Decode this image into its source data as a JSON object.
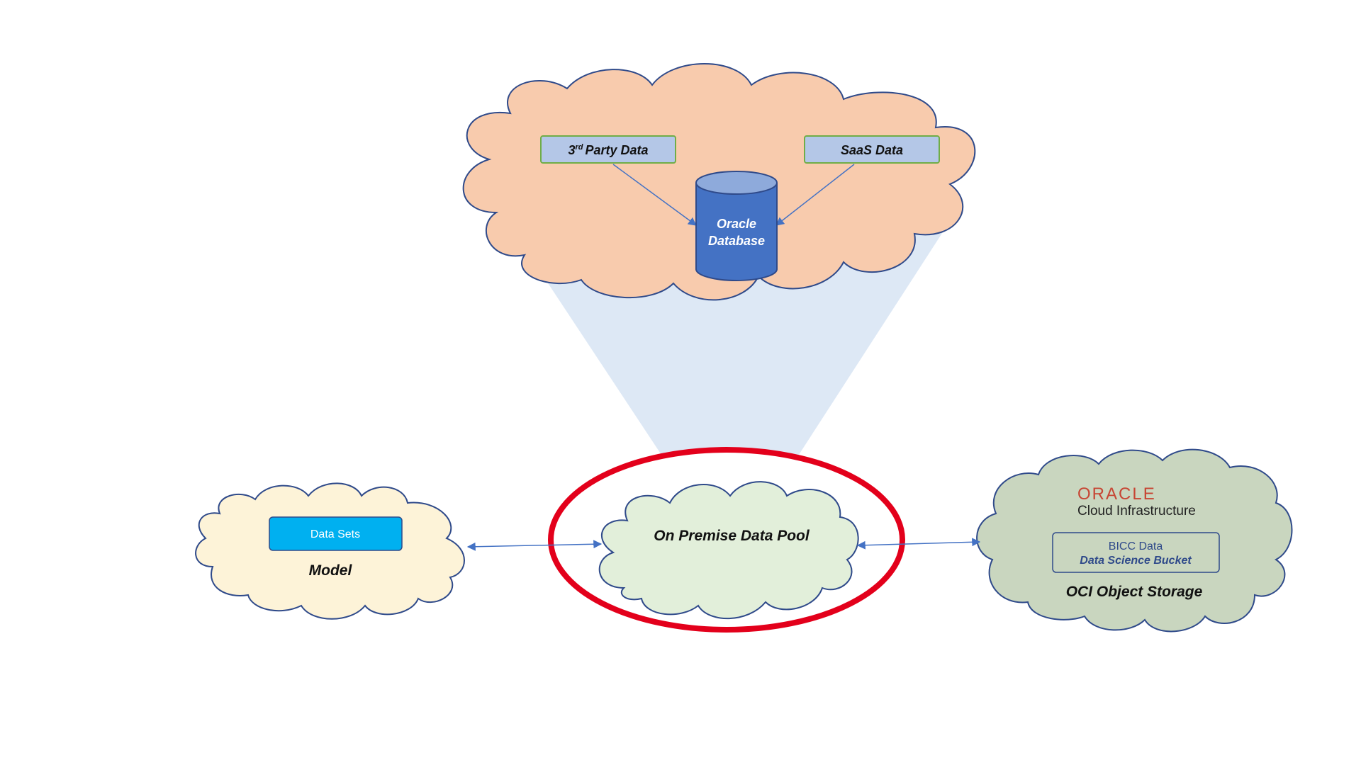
{
  "top_cloud": {
    "third_party_label": "Party Data",
    "third_party_prefix": "3",
    "third_party_sup": "rd",
    "saas_label": "SaaS Data",
    "database_line1": "Oracle",
    "database_line2": "Database"
  },
  "center_cloud": {
    "label": "On Premise Data Pool"
  },
  "left_cloud": {
    "box_label": "Data Sets",
    "label": "Model"
  },
  "right_cloud": {
    "oracle_logo": "ORACLE",
    "oracle_sub": "Cloud Infrastructure",
    "box_line1": "BICC Data",
    "box_line2": "Data Science Bucket",
    "label": "OCI Object Storage"
  },
  "colors": {
    "top_cloud_fill": "#f8cbad",
    "center_cloud_fill": "#e2efda",
    "left_cloud_fill": "#fdf3d8",
    "right_cloud_fill": "#c9d6bf",
    "cloud_stroke": "#2f4a8a",
    "beam_fill": "#dde8f5",
    "highlight_ring": "#e3001b",
    "label_box_fill": "#b4c7e7",
    "label_box_stroke": "#70ad47",
    "database_fill": "#4472c4",
    "database_top": "#8eaadb",
    "data_sets_fill": "#00b0f0",
    "oracle_red": "#c74634",
    "arrow": "#4472c4"
  }
}
